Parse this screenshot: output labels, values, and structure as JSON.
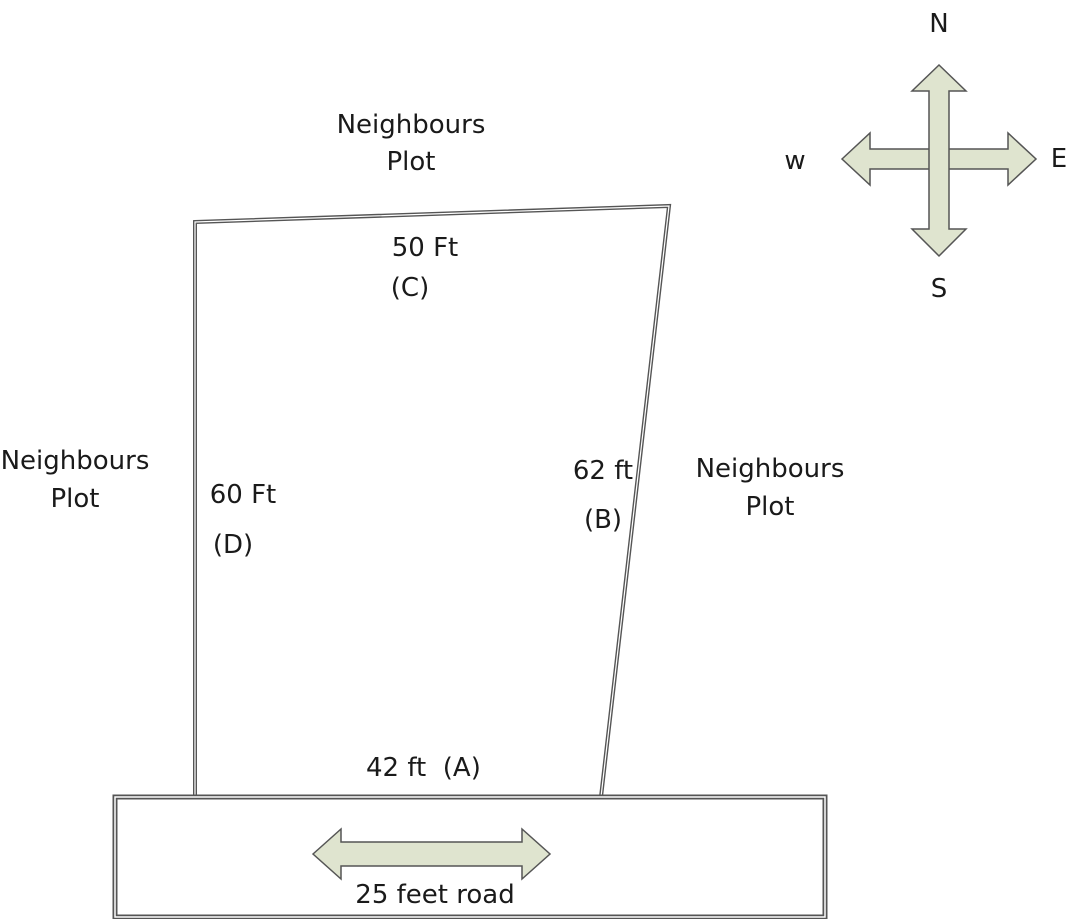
{
  "compass": {
    "north": "N",
    "south": "S",
    "east": "E",
    "west": "w",
    "arrow_fill": "#dfe4cf",
    "arrow_stroke": "#555555"
  },
  "plot": {
    "side_a": {
      "length": "42 ft",
      "letter": "(A)"
    },
    "side_b": {
      "length": "62 ft",
      "letter": "(B)"
    },
    "side_c": {
      "length": "50 Ft",
      "letter": "(C)"
    },
    "side_d": {
      "length": "60 Ft",
      "letter": "(D)"
    },
    "outline_color": "#555555"
  },
  "neighbours": {
    "north": {
      "line1": "Neighbours",
      "line2": "Plot"
    },
    "west": {
      "line1": "Neighbours",
      "line2": "Plot"
    },
    "east": {
      "line1": "Neighbours",
      "line2": "Plot"
    }
  },
  "road": {
    "label": "25 feet road",
    "arrow_fill": "#dfe4cf"
  }
}
